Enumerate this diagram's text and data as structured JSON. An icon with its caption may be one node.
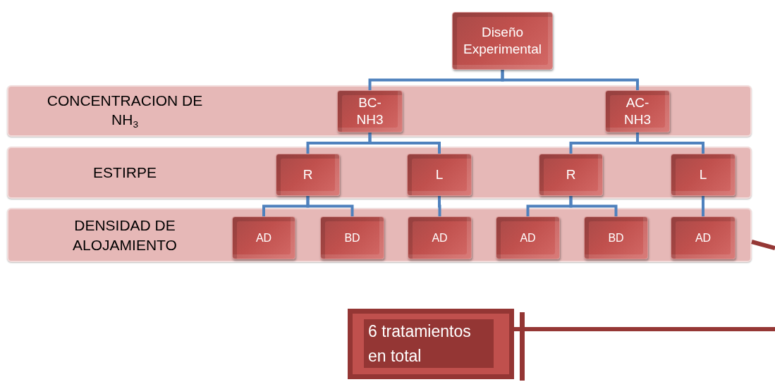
{
  "diagram": {
    "nodes": [
      {
        "text": [
          "Diseño Experimental"
        ]
      },
      {
        "text": [
          "CONCENTRACION DE NH$_{3}$"
        ]
      },
      {
        "text": [
          "BC- NH3"
        ],
        "in": 1
      },
      {
        "text": [
          "AC- NH3"
        ],
        "in": 1
      },
      {
        "text": [
          "ESTIRPE"
        ]
      },
      {
        "text": [
          "R"
        ],
        "in": 4
      },
      {
        "text": [
          "L"
        ],
        "in": 4
      },
      {
        "text": [
          "R"
        ],
        "in": 4
      },
      {
        "text": [
          "L"
        ],
        "in": 4
      },
      {
        "text": [
          "DENSIDAD DE ALOJAMIENTO"
        ]
      },
      {
        "text": [
          "AD"
        ],
        "in": 9
      },
      {
        "text": [
          "BD"
        ],
        "in": 9
      },
      {
        "text": [
          "AD"
        ],
        "in": 9
      },
      {
        "text": [
          "AD"
        ],
        "in": 9
      },
      {
        "text": [
          "BD"
        ],
        "in": 9
      },
      {
        "text": [
          "AD"
        ],
        "in": 9
      },
      {
        "text": [
          "6 tratamientos en total"
        ]
      }
    ],
    "edges": [
      {
        "from": 0,
        "to": 2,
        "arrow": "none"
      },
      {
        "from": 0,
        "to": 3,
        "arrow": "none"
      },
      {
        "from": 2,
        "to": 5,
        "arrow": "none"
      },
      {
        "from": 2,
        "to": 6,
        "arrow": "none"
      },
      {
        "from": 3,
        "to": 7,
        "arrow": "none"
      },
      {
        "from": 3,
        "to": 8,
        "arrow": "none"
      },
      {
        "from": 5,
        "to": 10,
        "arrow": "none"
      },
      {
        "from": 5,
        "to": 11,
        "arrow": "none"
      },
      {
        "from": 6,
        "to": 12,
        "arrow": "none"
      },
      {
        "from": 7,
        "to": 13,
        "arrow": "none"
      },
      {
        "from": 7,
        "to": 14,
        "arrow": "none"
      },
      {
        "from": 8,
        "to": 15,
        "arrow": "none"
      },
      {
        "from": 9,
        "to": null,
        "arrow": "none",
        "color": "#953735"
      },
      {
        "from": 16,
        "to": null,
        "arrow": "other",
        "color": "#953735"
      }
    ]
  }
}
